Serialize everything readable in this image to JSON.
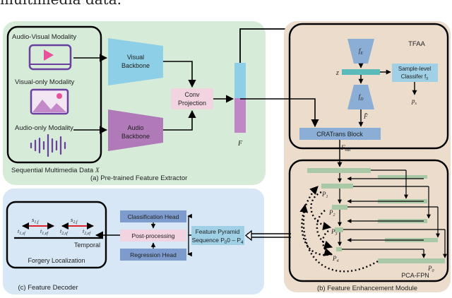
{
  "top_text": "multimedia data.",
  "extractor": {
    "caption": "(a) Pre-trained Feature Extractor",
    "modality_av": "Audio-Visual Modality",
    "modality_v": "Visual-only Modality",
    "modality_a": "Audio-only Modality",
    "sequential_label": "Sequential Multimedia Data ",
    "sequential_sym": "X",
    "visual_backbone_1": "Visual",
    "visual_backbone_2": "Backbone",
    "audio_backbone_1": "Audio",
    "audio_backbone_2": "Backbone",
    "conv_1": "Conv",
    "conv_2": "Projection",
    "feature_label": "F"
  },
  "enhancement": {
    "caption": "(b) Feature Enhancement Module",
    "tfaa": "TFAA",
    "fe": "f",
    "fe_sub": "E",
    "z": "z",
    "fd": "f",
    "fd_sub": "D",
    "fhat": "F̂",
    "classifier_1": "Sample-level",
    "classifier_2": "Classifer f",
    "classifier_sub": "S",
    "ps": "p",
    "ps_sub": "s",
    "cratrans": "CRATrans Block",
    "fout": "F",
    "fout_sub": "out",
    "pca_fpn": "PCA-FPN",
    "p1": "P",
    "p1_sub": "1",
    "p2": "P",
    "p2_sub": "2",
    "p3": "P",
    "p3_sub": "3",
    "p4": "P",
    "p4_sub": "4",
    "p0": "P",
    "p0_sub": "0"
  },
  "decoder": {
    "caption": "(c) Feature Decoder",
    "classification_head": "Classification Head",
    "post_processing": "Post-processing",
    "regression_head": "Regression Head",
    "pyramid_1": "Feature Pyramid",
    "pyramid_2": "Sequence P",
    "pyramid_range": "0 – P",
    "pyramid_range_sub": "4",
    "forgery_localization": "Forgery Localization",
    "temporal": "Temporal",
    "s1f": "s",
    "s1f_sub": "1,f",
    "s2f": "s",
    "s2f_sub": "2,f",
    "t1sf": "t",
    "t1sf_sub": "1,sf",
    "t1ef": "t",
    "t1ef_sub": "1,ef",
    "t2sf": "t",
    "t2sf_sub": "2,sf",
    "t2ef": "t",
    "t2ef_sub": "2,ef"
  },
  "colors": {
    "panel_a": "#d6ecd9",
    "panel_b": "#ecdccc",
    "panel_c": "#d7e7f5",
    "backbone_visual": "#8ccfe6",
    "backbone_audio": "#b07ab8",
    "conv_box": "#f2d4e0",
    "feature_top": "#8ccfe6",
    "feature_bottom": "#c087c6",
    "encoder": "#8aaed6",
    "latent": "#5bbbbb",
    "head_box": "#7d9ccd",
    "pyramid_box": "#9fd0e6",
    "fpn_bar": "#a9c9a6",
    "arrow": "#000000"
  }
}
